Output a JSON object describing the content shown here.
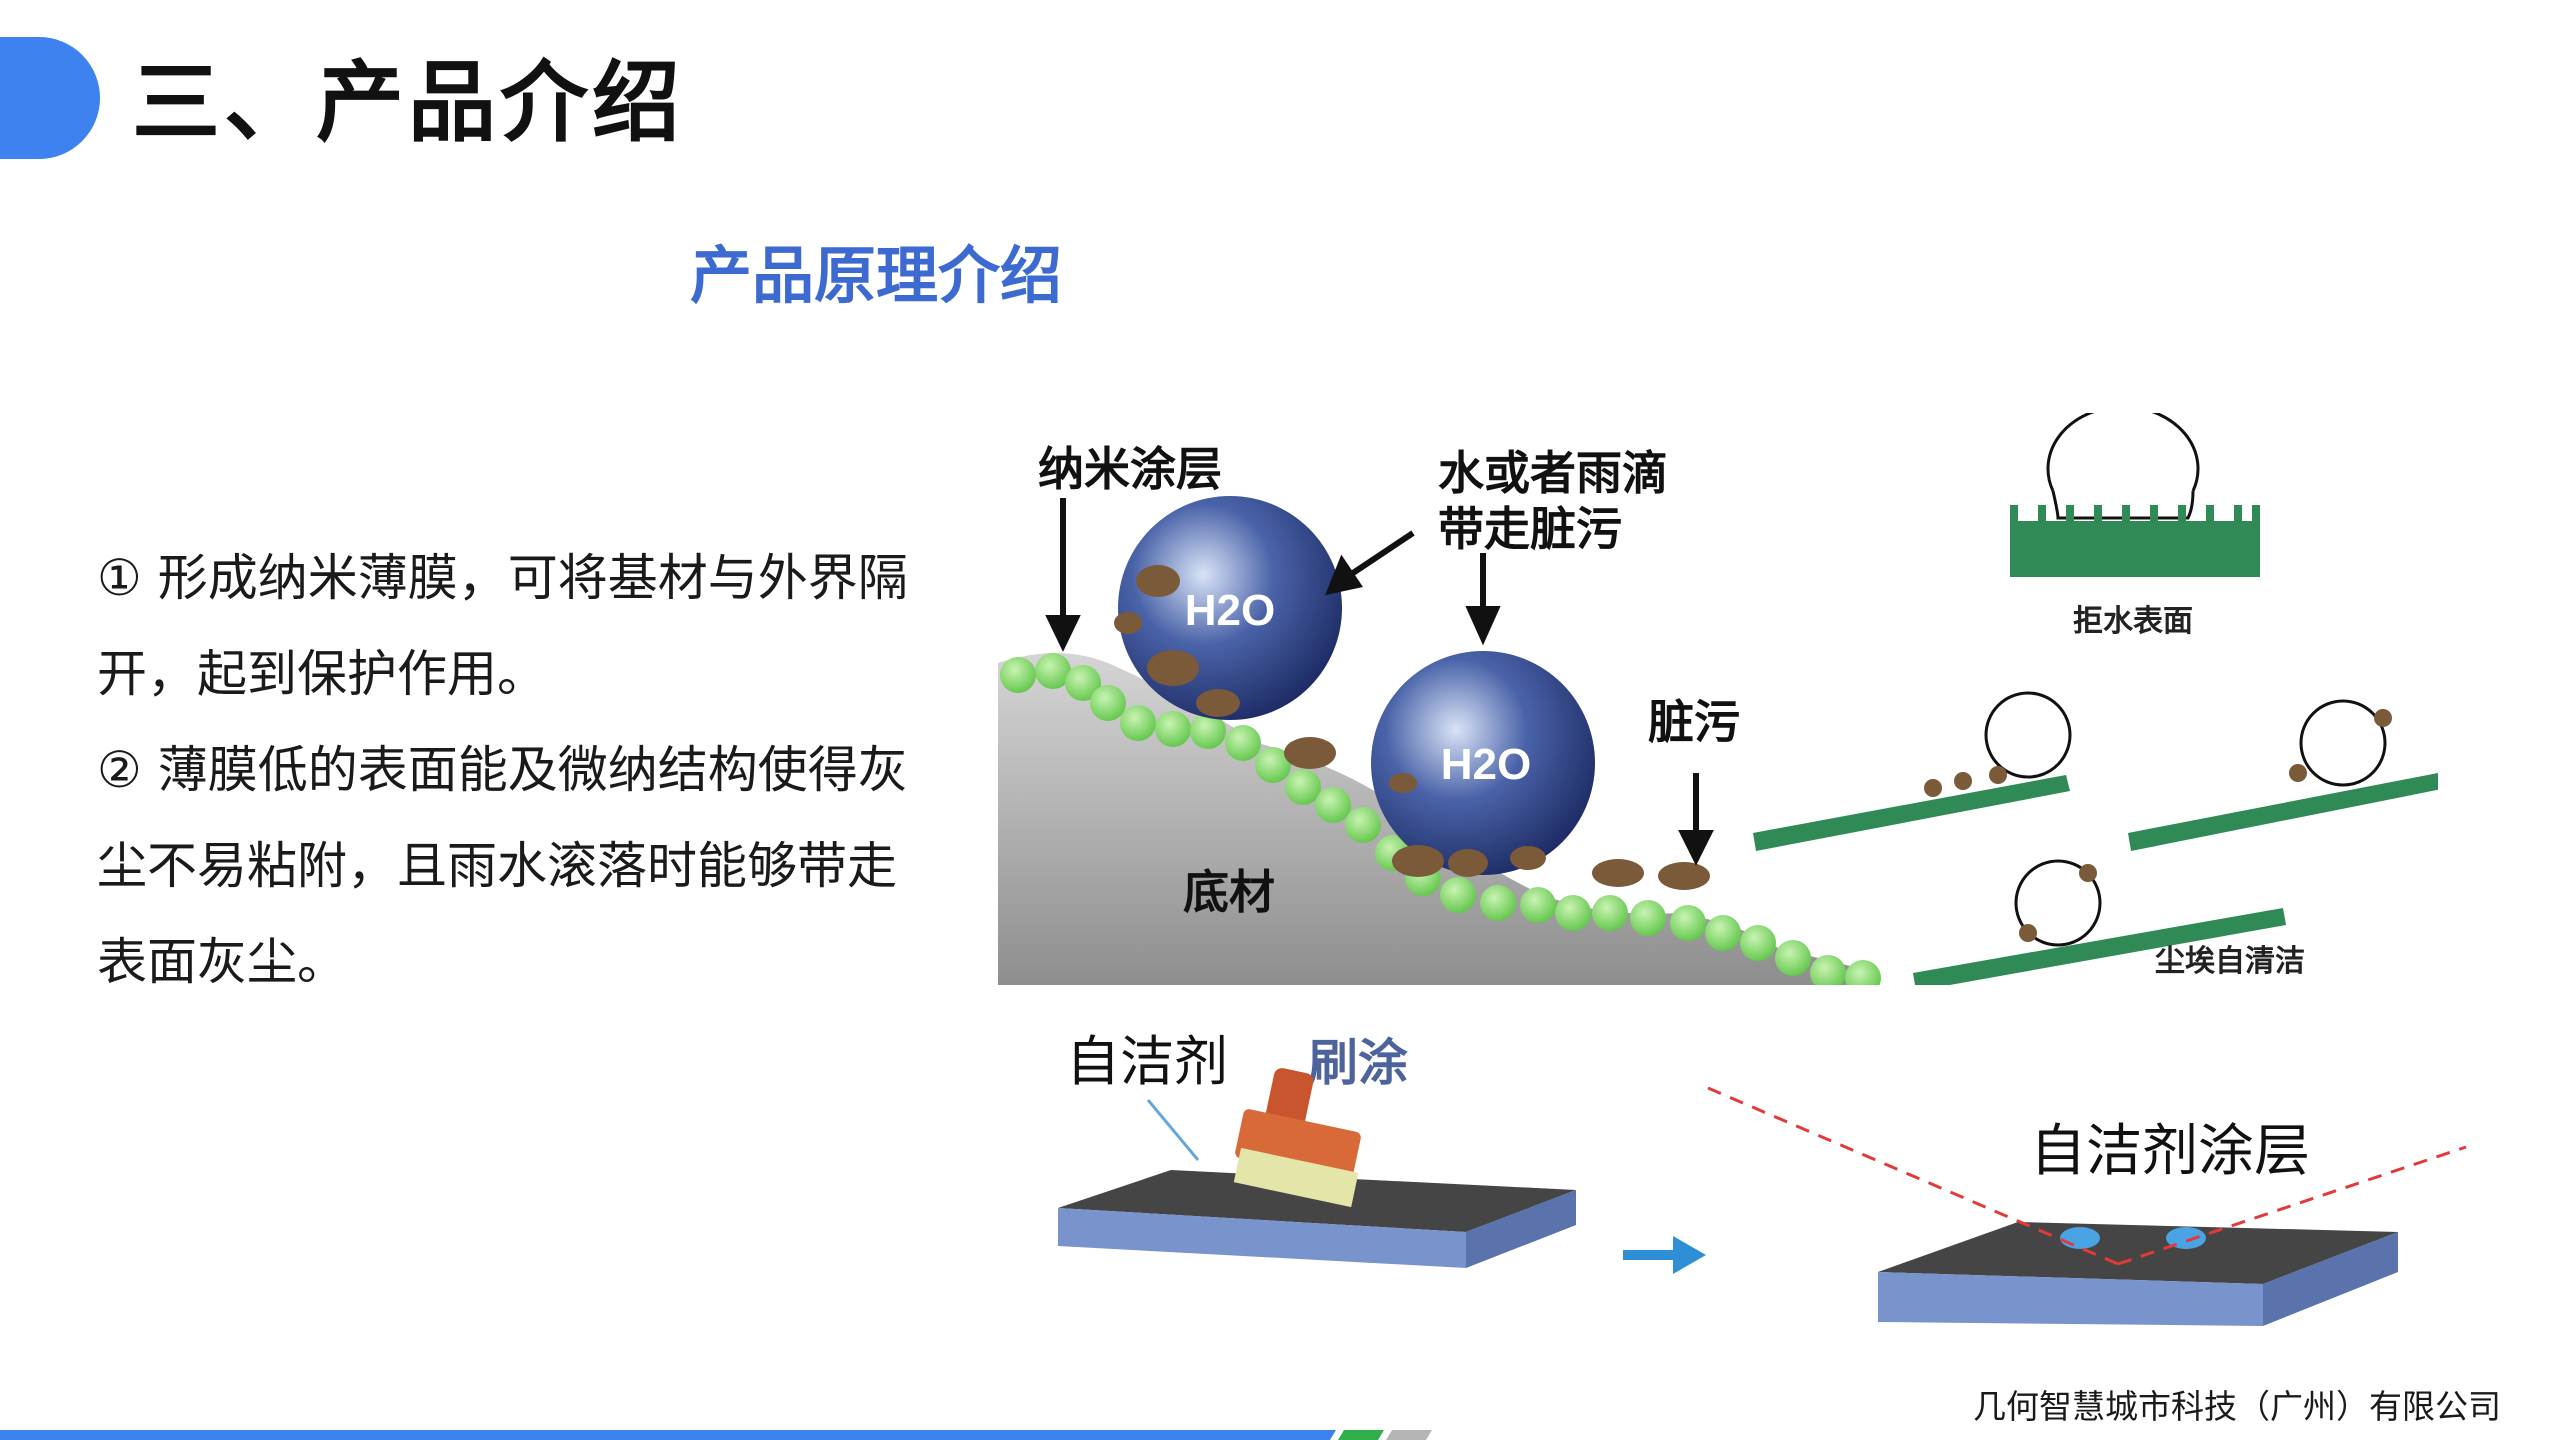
{
  "slide": {
    "title": "三、产品介绍",
    "subtitle": "产品原理介绍",
    "points": [
      "① 形成纳米薄膜，可将基材与外界隔开，起到保护作用。",
      "② 薄膜低的表面能及微纳结构使得灰尘不易粘附，且雨水滚落时能够带走表面灰尘。"
    ],
    "company": "几何智慧城市科技（广州）有限公司"
  },
  "figure_top": {
    "label_coating": "纳米涂层",
    "label_water": "水或者雨滴",
    "label_water_2": "带走脏污",
    "label_dirt": "脏污",
    "label_substrate": "底材",
    "label_h2o": "H2O",
    "label_repellent": "拒水表面",
    "label_selfclean": "尘埃自清洁"
  },
  "figure_bottom": {
    "label_agent": "自洁剂",
    "label_brush": "刷涂",
    "label_coating_layer": "自洁剂涂层"
  },
  "colors": {
    "accent": "#3d82ee",
    "subtitle": "#3d6ad1",
    "green_stripe": "#2fae4b",
    "grey_stripe": "#b5b5b5"
  }
}
